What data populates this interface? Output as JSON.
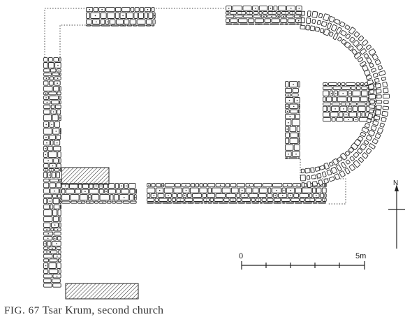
{
  "caption": {
    "prefix": "FIG. 67",
    "text": "Tsar Krum, second church"
  },
  "scale_bar": {
    "start_label": "0",
    "end_label": "5m"
  },
  "north_arrow": {
    "label": "N"
  }
}
